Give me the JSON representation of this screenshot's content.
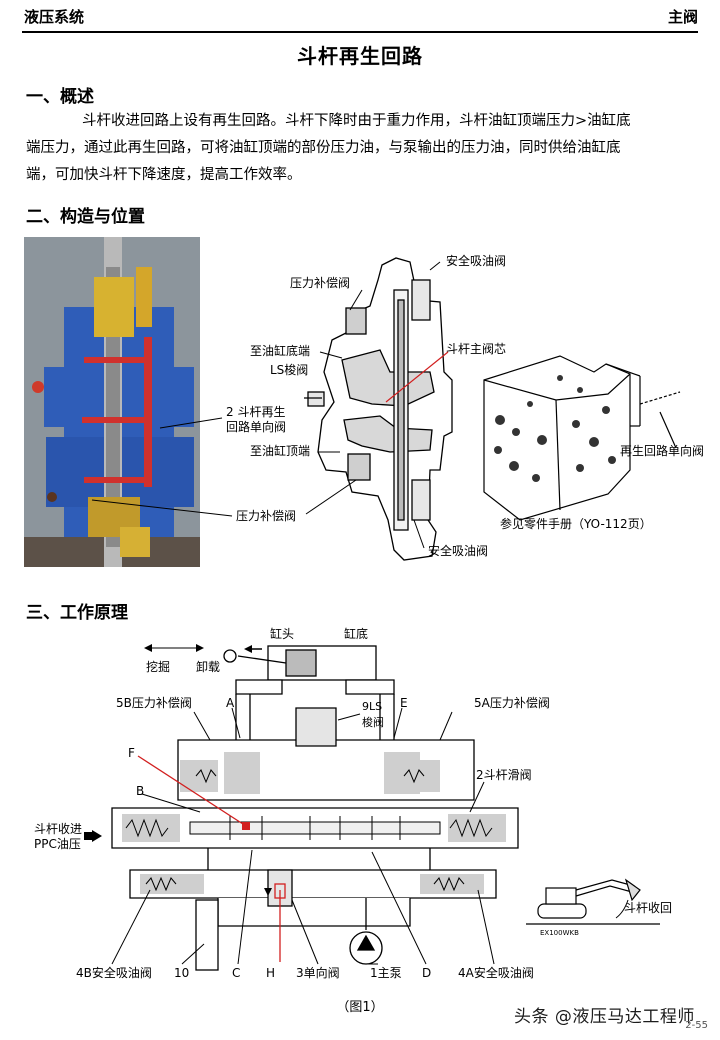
{
  "header": {
    "left": "液压系统",
    "right": "主阀"
  },
  "title": "斗杆再生回路",
  "sections": {
    "overview": {
      "heading": "一、概述",
      "lines": [
        "斗杆收进回路上设有再生回路。斗杆下降时由于重力作用，斗杆油缸顶端压力>油缸底",
        "端压力，通过此再生回路，可将油缸顶端的部份压力油，与泵输出的压力油，同时供给油缸底",
        "端，可加快斗杆下降速度，提高工作效率。"
      ]
    },
    "structure": {
      "heading": "二、构造与位置"
    },
    "principle": {
      "heading": "三、工作原理"
    }
  },
  "structure_labels": {
    "regen_check_valve_a": "2 斗杆再生",
    "regen_check_valve_b": "回路单向阀",
    "pressure_comp_top": "压力补偿阀",
    "pressure_comp_bottom": "压力补偿阀",
    "to_cyl_bottom": "至油缸底端",
    "ls_valve": "LS梭阀",
    "to_cyl_head": "至油缸顶端",
    "safety_suction_top": "安全吸油阀",
    "safety_suction_bottom": "安全吸油阀",
    "arm_spool": "斗杆主阀芯",
    "regen_check_right": "再生回路单向阀",
    "parts_ref": "参见零件手册（YO-112页）"
  },
  "principle_labels": {
    "cyl_head": "缸头",
    "cyl_bottom": "缸底",
    "dig": "挖掘",
    "dump": "卸载",
    "comp_5b": "5B压力补偿阀",
    "comp_5a": "5A压力补偿阀",
    "A": "A",
    "E": "E",
    "ls_9": "9LS",
    "ls_9b": "梭阀",
    "F": "F",
    "B": "B",
    "spool_2": "2斗杆滑阀",
    "ppc_a": "斗杆收进",
    "ppc_b": "PPC油压",
    "arm_in": "斗杆收回",
    "machine_code": "EX100WKB",
    "relief_4b": "4B安全吸油阀",
    "n10": "10",
    "C": "C",
    "H": "H",
    "check_3": "3单向阀",
    "pump_1": "1主泵",
    "D": "D",
    "relief_4a": "4A安全吸油阀"
  },
  "caption": "（图1）",
  "watermark": "头条 @液压马达工程师",
  "page_number": "2-55"
}
